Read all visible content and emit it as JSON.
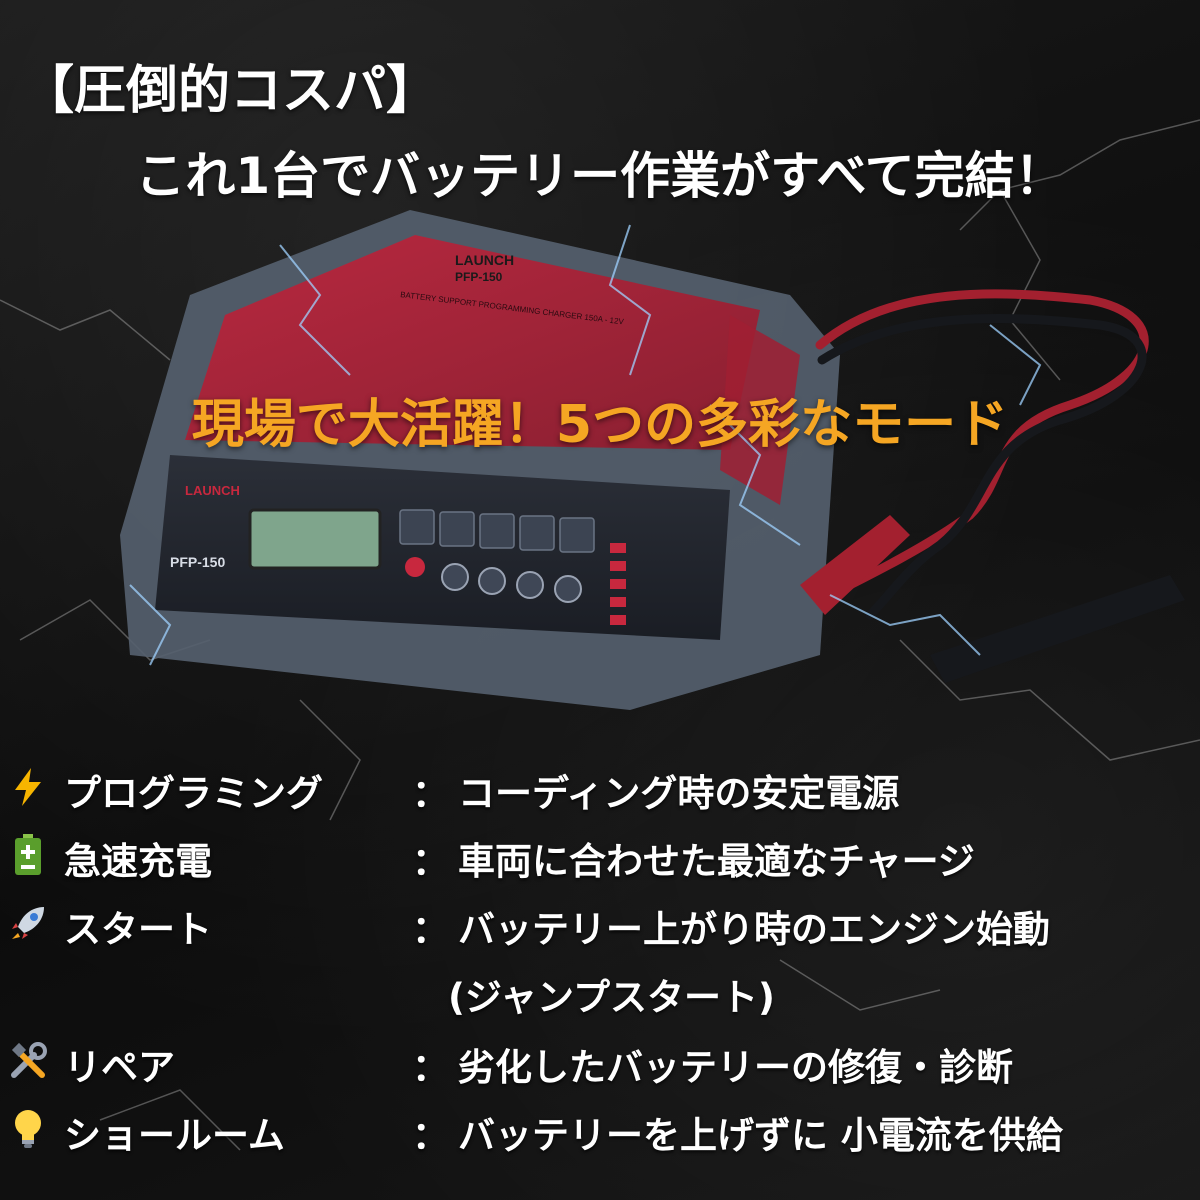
{
  "headline": {
    "line1": "【圧倒的コスパ】",
    "line2": "これ1台でバッテリー作業がすべて完結！"
  },
  "product": {
    "brand": "LAUNCH",
    "model": "PFP-150",
    "panel_title": "BATTERY SUPPORT PROGRAMMING CHARGER 150A - 12V"
  },
  "mode_title": "現場で大活躍！5つの多彩なモード",
  "colors": {
    "accent": "#f5a623",
    "case_red": "#b8253a",
    "case_frame": "#5a6270",
    "lightning": "#9fd2ff"
  },
  "modes": [
    {
      "icon": "lightning-icon",
      "name": "プログラミング",
      "colon": "：",
      "desc": "コーディング時の安定電源"
    },
    {
      "icon": "battery-icon",
      "name": "急速充電",
      "colon": "：",
      "desc": "車両に合わせた最適なチャージ"
    },
    {
      "icon": "rocket-icon",
      "name": "スタート",
      "colon": "：",
      "desc": "バッテリー上がり時のエンジン始動",
      "desc2": "(ジャンプスタート)"
    },
    {
      "icon": "tools-icon",
      "name": "リペア",
      "colon": "：",
      "desc": "劣化したバッテリーの修復・診断"
    },
    {
      "icon": "lightbulb-icon",
      "name": "ショールーム",
      "colon": "：",
      "desc": "バッテリーを上げずに 小電流を供給"
    }
  ]
}
